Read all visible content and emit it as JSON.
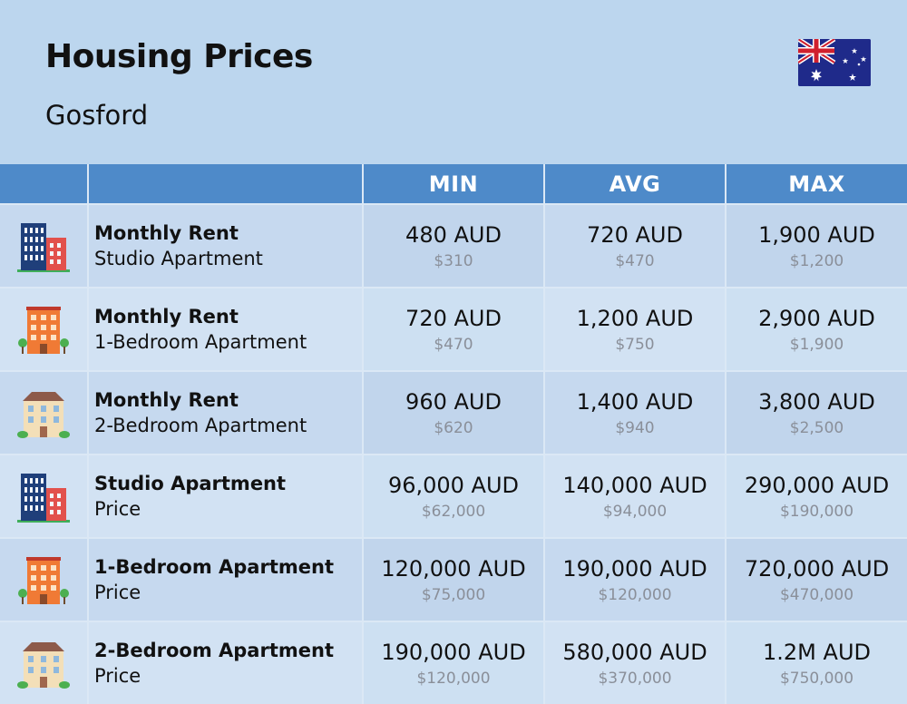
{
  "header": {
    "title": "Housing Prices",
    "city": "Gosford",
    "flag_icon": "australia-flag-icon"
  },
  "table": {
    "columns": [
      "",
      "",
      "MIN",
      "AVG",
      "MAX"
    ],
    "rows": [
      {
        "icon": "blue-highrise-building-icon",
        "label": "Monthly Rent",
        "sublabel": "Studio Apartment",
        "min": "480 AUD",
        "min_usd": "$310",
        "avg": "720 AUD",
        "avg_usd": "$470",
        "max": "1,900 AUD",
        "max_usd": "$1,200"
      },
      {
        "icon": "orange-apartment-building-icon",
        "label": "Monthly Rent",
        "sublabel": "1-Bedroom Apartment",
        "min": "720 AUD",
        "min_usd": "$470",
        "avg": "1,200 AUD",
        "avg_usd": "$750",
        "max": "2,900 AUD",
        "max_usd": "$1,900"
      },
      {
        "icon": "beige-house-building-icon",
        "label": "Monthly Rent",
        "sublabel": "2-Bedroom Apartment",
        "min": "960 AUD",
        "min_usd": "$620",
        "avg": "1,400 AUD",
        "avg_usd": "$940",
        "max": "3,800 AUD",
        "max_usd": "$2,500"
      },
      {
        "icon": "blue-highrise-building-icon",
        "label": "Studio Apartment",
        "sublabel": "Price",
        "min": "96,000 AUD",
        "min_usd": "$62,000",
        "avg": "140,000 AUD",
        "avg_usd": "$94,000",
        "max": "290,000 AUD",
        "max_usd": "$190,000"
      },
      {
        "icon": "orange-apartment-building-icon",
        "label": "1-Bedroom Apartment",
        "sublabel": "Price",
        "min": "120,000 AUD",
        "min_usd": "$75,000",
        "avg": "190,000 AUD",
        "avg_usd": "$120,000",
        "max": "720,000 AUD",
        "max_usd": "$470,000"
      },
      {
        "icon": "beige-house-building-icon",
        "label": "2-Bedroom Apartment",
        "sublabel": "Price",
        "min": "190,000 AUD",
        "min_usd": "$120,000",
        "avg": "580,000 AUD",
        "avg_usd": "$370,000",
        "max": "1.2M AUD",
        "max_usd": "$750,000"
      }
    ]
  }
}
